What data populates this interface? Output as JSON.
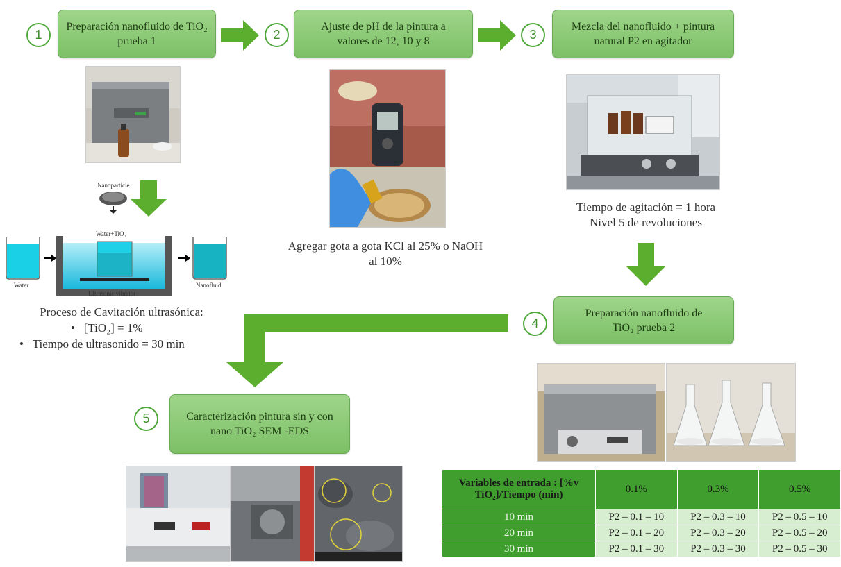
{
  "steps": [
    {
      "num": "1",
      "title": "Preparación nanofluido de TiO₂ prueba 1"
    },
    {
      "num": "2",
      "title": "Ajuste de pH de la pintura a valores de 12, 10 y 8"
    },
    {
      "num": "3",
      "title": "Mezcla del nanofluido + pintura natural P2 en agitador"
    },
    {
      "num": "4",
      "title": "Preparación nanofluido de TiO₂ prueba 2"
    },
    {
      "num": "5",
      "title": "Caracterización pintura sin y con nano TiO₂ SEM -EDS"
    }
  ],
  "diagram": {
    "nanoparticle": "Nanoparticle",
    "water_tio2": "Water+TiO₂",
    "water": "Water",
    "vibrator": "Ultrasonic vibrator",
    "nanofluid": "Nanofluid"
  },
  "captions": {
    "step1_title": "Proceso de Cavitación ultrasónica:",
    "step1_bullets": [
      "[TiO₂] = 1%",
      "Tiempo de ultrasonido = 30 min"
    ],
    "step2": "Agregar gota a gota KCl al 25% o NaOH al 10%",
    "step3_line1": "Tiempo de agitación = 1 hora",
    "step3_line2": "Nivel 5 de revoluciones"
  },
  "table": {
    "header": "Variables de entrada : [%v TiO₂]/Tiempo (min)",
    "columns": [
      "0.1%",
      "0.3%",
      "0.5%"
    ],
    "rows": [
      {
        "label": "10 min",
        "cells": [
          "P2 – 0.1 – 10",
          "P2 – 0.3 – 10",
          "P2 – 0.5 – 10"
        ]
      },
      {
        "label": "20 min",
        "cells": [
          "P2 – 0.1 – 20",
          "P2 – 0.3 – 20",
          "P2 – 0.5 – 20"
        ]
      },
      {
        "label": "30 min",
        "cells": [
          "P2 – 0.1 – 30",
          "P2 – 0.3 – 30",
          "P2 – 0.5 – 30"
        ]
      }
    ]
  },
  "colors": {
    "box": "#8bca75",
    "arrow": "#5cae2e",
    "number": "#4ea83a",
    "table": "#3f9e2d"
  }
}
